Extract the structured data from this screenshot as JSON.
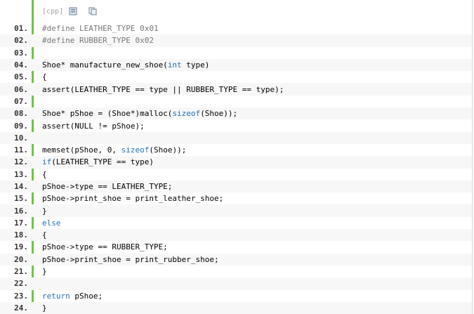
{
  "toolbar": {
    "lang": "[cpp]",
    "icons": [
      "view-source-icon",
      "copy-icon"
    ]
  },
  "lines": [
    {
      "no": "01.",
      "code": "#define LEATHER_TYPE 0x01",
      "type": "pp"
    },
    {
      "no": "02.",
      "code": "#define RUBBER_TYPE 0x02",
      "type": "pp"
    },
    {
      "no": "03.",
      "code": "",
      "type": ""
    },
    {
      "no": "04.",
      "code": "Shoe* manufacture_new_shoe(int type)",
      "type": ""
    },
    {
      "no": "05.",
      "code": "{",
      "type": ""
    },
    {
      "no": "06.",
      "code": "assert(LEATHER_TYPE == type || RUBBER_TYPE == type);",
      "type": ""
    },
    {
      "no": "07.",
      "code": "",
      "type": ""
    },
    {
      "no": "08.",
      "code": "Shoe* pShoe = (Shoe*)malloc(sizeof(Shoe));",
      "type": ""
    },
    {
      "no": "09.",
      "code": "assert(NULL != pShoe);",
      "type": ""
    },
    {
      "no": "10.",
      "code": "",
      "type": ""
    },
    {
      "no": "11.",
      "code": "memset(pShoe, 0, sizeof(Shoe));",
      "type": ""
    },
    {
      "no": "12.",
      "code": "if(LEATHER_TYPE == type)",
      "type": ""
    },
    {
      "no": "13.",
      "code": "{",
      "type": ""
    },
    {
      "no": "14.",
      "code": "pShoe->type == LEATHER_TYPE;",
      "type": ""
    },
    {
      "no": "15.",
      "code": "pShoe->print_shoe = print_leather_shoe;",
      "type": ""
    },
    {
      "no": "16.",
      "code": "}",
      "type": ""
    },
    {
      "no": "17.",
      "code": "else",
      "type": ""
    },
    {
      "no": "18.",
      "code": "{",
      "type": ""
    },
    {
      "no": "19.",
      "code": "pShoe->type == RUBBER_TYPE;",
      "type": ""
    },
    {
      "no": "20.",
      "code": "pShoe->print_shoe = print_rubber_shoe;",
      "type": ""
    },
    {
      "no": "21.",
      "code": "}",
      "type": ""
    },
    {
      "no": "22.",
      "code": "",
      "type": ""
    },
    {
      "no": "23.",
      "code": "return pShoe;",
      "type": ""
    },
    {
      "no": "24.",
      "code": "}",
      "type": ""
    }
  ],
  "colors": {
    "gutter_bar": "#6cc644",
    "keyword": "#1f6fb2",
    "preprocessor": "#777777"
  }
}
